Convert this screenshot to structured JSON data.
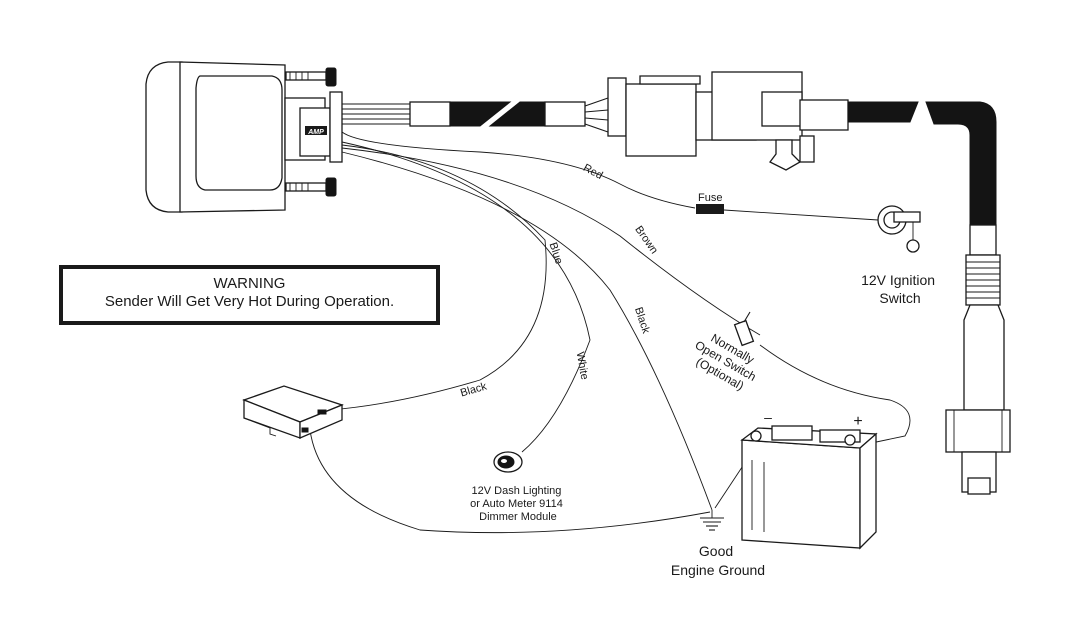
{
  "warning": {
    "title": "WARNING",
    "text": "Sender Will Get Very Hot During Operation."
  },
  "gauge": {
    "badge": "AMP"
  },
  "wires": {
    "red": "Red",
    "brown": "Brown",
    "blue": "Blue",
    "black_upper": "Black",
    "white": "White",
    "black_lower": "Black",
    "fuse": "Fuse"
  },
  "components": {
    "ignition_switch": [
      "12V Ignition",
      "Switch"
    ],
    "dash_lighting": [
      "12V Dash Lighting",
      "or Auto Meter 9114",
      "Dimmer Module"
    ],
    "optional_switch": [
      "Normally",
      "Open Switch",
      "(Optional)"
    ],
    "ground": [
      "Good",
      "Engine Ground"
    ],
    "battery_negative": "–",
    "battery_positive": "+"
  }
}
